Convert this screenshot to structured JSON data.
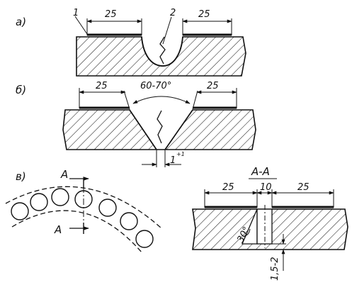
{
  "panel_a": {
    "label": "а)",
    "callout_1": "1",
    "callout_2": "2",
    "dim_left": "25",
    "dim_right": "25"
  },
  "panel_b": {
    "label": "б)",
    "dim_left": "25",
    "angle": "60-70°",
    "dim_right": "25",
    "gap": "1",
    "gap_tol": "+1"
  },
  "panel_c": {
    "label": "в)",
    "section_marker_top": "A",
    "section_marker_bottom": "A",
    "section_title": "A-A",
    "dim_left": "25",
    "dim_mid": "10",
    "dim_right": "25",
    "angle": "30°",
    "depth": "1,5-2"
  }
}
